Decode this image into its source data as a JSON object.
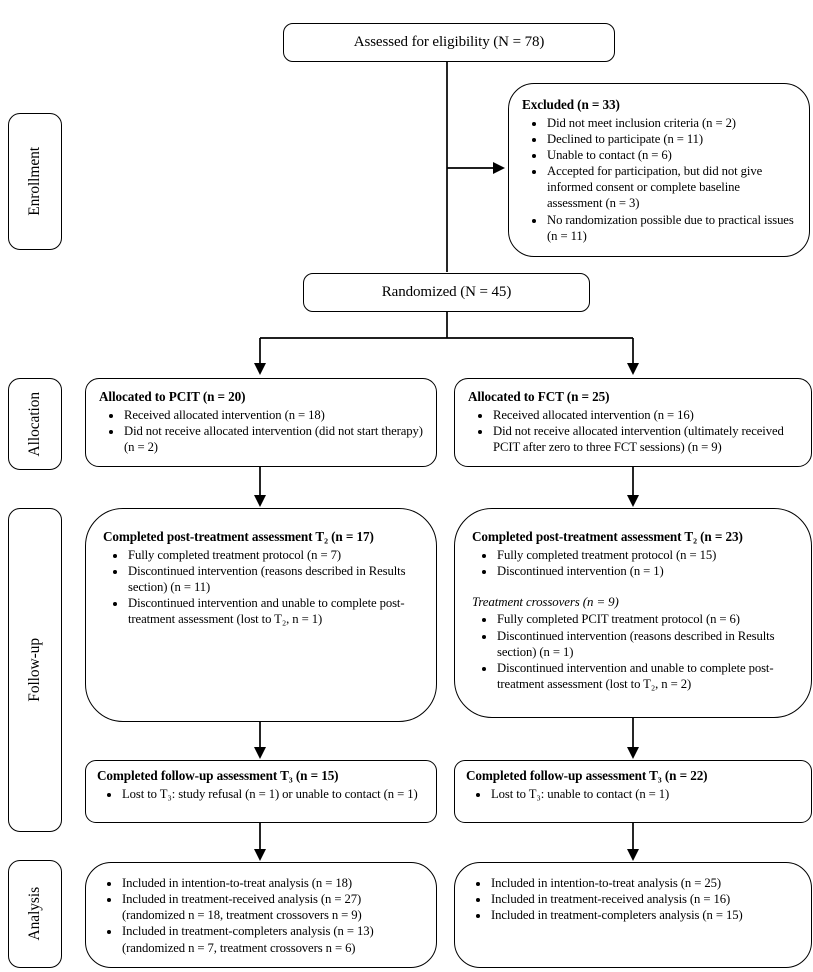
{
  "colors": {
    "line": "#000000",
    "border": "#000000",
    "background": "#ffffff",
    "text": "#000000"
  },
  "stages": [
    {
      "label": "Enrollment"
    },
    {
      "label": "Allocation"
    },
    {
      "label": "Follow-up"
    },
    {
      "label": "Analysis"
    }
  ],
  "boxes": {
    "eligibility": {
      "title": "Assessed for eligibility (N = 78)"
    },
    "excluded": {
      "title": "Excluded (n = 33)",
      "bullets": [
        "Did not meet inclusion criteria (n = 2)",
        "Declined to participate (n = 11)",
        "Unable to contact (n = 6)",
        "Accepted for participation, but did not give informed consent or complete baseline assessment (n = 3)",
        "No randomization possible due to practical issues (n = 11)"
      ]
    },
    "randomized": {
      "title": "Randomized (N = 45)"
    },
    "alloc_left": {
      "title": "Allocated to PCIT (n = 20)",
      "bullets": [
        "Received allocated intervention (n = 18)",
        "Did not receive allocated intervention (did not start therapy) (n = 2)"
      ]
    },
    "alloc_right": {
      "title": "Allocated to FCT (n = 25)",
      "bullets": [
        "Received allocated intervention (n = 16)",
        "Did not receive allocated intervention (ultimately received PCIT after zero to three FCT sessions) (n = 9)"
      ]
    },
    "followup_left": {
      "title": "Completed post-treatment assessment T₂ (n = 17)",
      "bullets": [
        "Fully completed treatment protocol (n = 7)",
        "Discontinued intervention (reasons described in Results section) (n = 11)",
        "Discontinued intervention and unable to complete post-treatment assessment (lost to T₂, n = 1)"
      ]
    },
    "followup_right": {
      "title": "Completed post-treatment assessment T₂ (n = 23)",
      "bullets": [
        "Fully completed treatment protocol (n = 15)",
        "Discontinued intervention (n = 1)"
      ],
      "crossover_title": "Treatment crossovers (n = 9)",
      "crossover_bullets": [
        "Fully completed PCIT treatment protocol (n = 6)",
        "Discontinued intervention (reasons described in Results section) (n = 1)",
        "Discontinued intervention and unable to complete post-treatment assessment (lost to T₂, n = 2)"
      ]
    },
    "t3_left": {
      "title": "Completed follow-up assessment T₃ (n = 15)",
      "bullets": [
        "Lost to T₃: study refusal (n = 1) or unable to contact (n = 1)"
      ]
    },
    "t3_right": {
      "title": "Completed follow-up assessment T₃ (n = 22)",
      "bullets": [
        "Lost to T₃: unable to contact (n = 1)"
      ]
    },
    "analysis_left": {
      "bullets": [
        "Included in intention-to-treat analysis (n = 18)",
        "Included in treatment-received analysis (n = 27) (randomized n = 18, treatment crossovers n = 9)",
        "Included in treatment-completers analysis (n = 13) (randomized n = 7, treatment crossovers n = 6)"
      ]
    },
    "analysis_right": {
      "bullets": [
        "Included in intention-to-treat analysis (n = 25)",
        "Included in treatment-received analysis (n = 16)",
        "Included in treatment-completers analysis (n = 15)"
      ]
    }
  }
}
